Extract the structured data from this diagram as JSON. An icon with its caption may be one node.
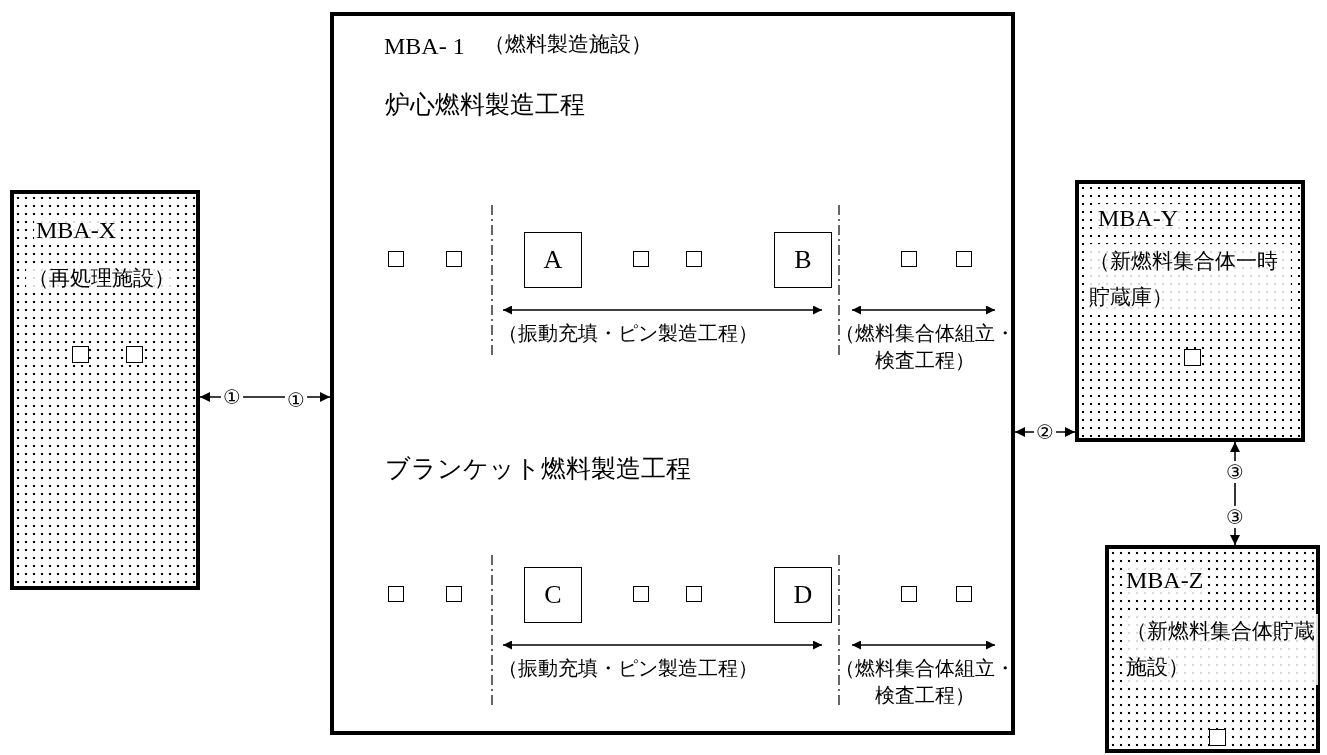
{
  "diagram": {
    "nodes": [
      {
        "text": [
          "MBA- 1",
          "（燃料製造施設）"
        ]
      },
      {
        "text": [],
        "shape": "box",
        "in": 0
      },
      {
        "text": [],
        "shape": "box",
        "in": 0
      },
      {
        "text": [
          "A"
        ],
        "in": 0
      },
      {
        "text": [],
        "shape": "box",
        "in": 0
      },
      {
        "text": [],
        "shape": "box",
        "in": 0
      },
      {
        "text": [
          "B"
        ],
        "in": 0
      },
      {
        "text": [],
        "shape": "box",
        "in": 0
      },
      {
        "text": [],
        "shape": "box",
        "in": 0
      },
      {
        "text": [],
        "shape": "box",
        "in": 0
      },
      {
        "text": [],
        "shape": "box",
        "in": 0
      },
      {
        "text": [
          "C"
        ],
        "in": 0
      },
      {
        "text": [],
        "shape": "box",
        "in": 0
      },
      {
        "text": [],
        "shape": "box",
        "in": 0
      },
      {
        "text": [
          "D"
        ],
        "in": 0
      },
      {
        "text": [],
        "shape": "box",
        "in": 0
      },
      {
        "text": [],
        "shape": "box",
        "in": 0
      },
      {
        "text": [
          "MBA-X",
          "（再処理施設）"
        ]
      },
      {
        "text": [],
        "shape": "box",
        "in": 17
      },
      {
        "text": [],
        "shape": "box",
        "in": 17
      },
      {
        "text": [
          "MBA-Y",
          "（新燃料集合体一時貯蔵庫）"
        ]
      },
      {
        "text": [],
        "shape": "box",
        "in": 20
      },
      {
        "text": [
          "MBA-Z",
          "（新燃料集合体貯蔵施設）"
        ]
      },
      {
        "text": [],
        "shape": "box",
        "in": 22
      }
    ],
    "edges": [
      {
        "from": 17,
        "to": 0,
        "arrow": "both",
        "label": "①"
      },
      {
        "from": 0,
        "to": 20,
        "arrow": "both",
        "label": "②"
      },
      {
        "from": 20,
        "to": 22,
        "arrow": "both",
        "label": "③"
      }
    ],
    "labels": [
      "炉心燃料製造工程",
      "（振動充填・ピン製造工程）",
      "（燃料集合体組立・検査工程）",
      "①",
      "ブランケット燃料製造工程",
      "（振動充填・ピン製造工程）",
      "（燃料集合体組立・検査工程）",
      "③"
    ]
  }
}
